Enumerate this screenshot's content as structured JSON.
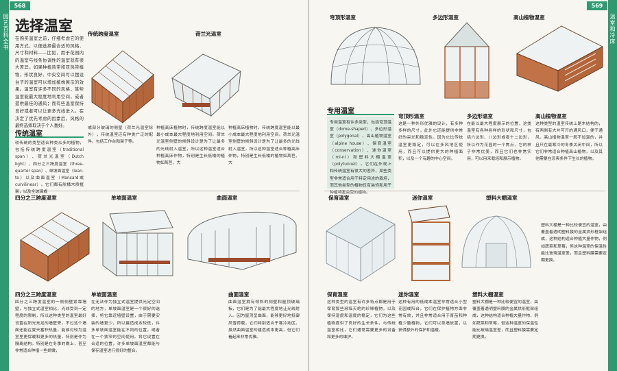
{
  "pages": {
    "left": {
      "number": "568",
      "side_text": "园艺百科全书"
    },
    "right": {
      "number": "569",
      "side_text": "温室和冷床"
    }
  },
  "title": "选择温室",
  "intro": "在购买温室之前，仔细考虑它的使用方式，以便选择最合适的风格、尺寸和材料——比如，用于花园内的温室与线条协调性的温室就有很大差异。如果种植热带和亚热带植物，形状良好、中央空间可以摆设台子的温室可以增加植株展示的效果。温室有许多不同的风格，某些温室能最大程度地利用空间，或者提供最佳的通风；而有些温室保持良好或者可以让更多光线进入。在决定了优先考虑的因素后，风格的最终选择取决于个人喜好。",
  "sections": {
    "traditional": {
      "heading": "传统温室",
      "text": "较传统的类型适合种类众多的植物，包括传统跨度温室（traditional span）、荷兰光温室（Dutch light）、四分之三跨度温室（three-quarter span）、单坡面温室（lean-to）以及曲面温室（Mansard或curvilinear）。它们都有航桶木质框架，以及全玻璃或"
    },
    "special": {
      "heading": "专用温室",
      "text": "专用温室有许多类型，包括穹顶温室（dome-shaped）、多边形温室（polygonal）、高山植物温室（alpine house）、保育温室（conservation）、迷你温室（mi-ni）和塑料大棚温室（polytunnel）。它们在外观上和传统温室有很大的差异，某些类型非常适合用于特定用途的栽培，而其他类型的植物仅有装饰和用于种植特定类型的植物。"
    }
  },
  "figures": [
    {
      "id": "traditional-span",
      "title": "传统跨度温室",
      "text": "或部分玻璃的侧壁（荷兰光温室除外），传统温室还有种类广泛的配件，包括工作台和架子等。"
    },
    {
      "id": "dutch-light",
      "title": "荷兰光温室",
      "text": "种植高床植物时，传统跨度温室能以最小成本最大程度地利用空间。荷兰光温室侧壁的倾斜设计是为了让最多的光线射入温室，所以这种温室适合种植高床作物，特别是生长低矮的植物如莴苣、大"
    },
    {
      "id": "three-quarter-span",
      "title": "四分之三跨度温室",
      "text": "四分之三跨度温室的一侧侧壁紧靠墙壁，与独立式温室相比，光线受到一定程度的限制，所以这种类型的温室最好设置在阳光充足的墙壁旁，不过这个墙面还能在夏天蓄积热量，能够对较为温室里更保暖和更多的热量，特别是作为隔离结构。特别是在冬季的晚上，甚至非常适合种植一些娇嫩，"
    },
    {
      "id": "lean-to",
      "title": "单坡面温室",
      "text": "在无法作为独立式温室提供光足空间的地方，单坡面温室是一个很好的选择，将它靠近墙壁设置，由于需要安装的墙更少，所以建造成本较低，许多单坡面温室能在不同的位置，或者在一个狭窄的空间使用。将它设置在合适的位置，许多单坡面温室都能与保存温室进行很好的整合。"
    },
    {
      "id": "curved",
      "title": "曲面温室",
      "text": "曲面温室拥有倾斜的侧壁和屋顶玻璃板，它们是为了能最大程度地让光线射入。因为屋顶呈曲面，能够更好地抵御风雪荷载，它们特别适合于寒冷地区。虽然曲面温室的建造成本更高，但它们看起来非常优雅。"
    },
    {
      "id": "dome",
      "title": "穹顶形温室",
      "text": "这是一种外形优雅的设计，有多种多样的尺寸，此外它还能提供非常好的采光和稳定性。因为它比传统温室更稳定，可以在多风地区使用，而且可以提供更大的种植面积，以及一个有趣的中心空间。"
    },
    {
      "id": "polygonal",
      "title": "多边形温室",
      "text": "在能以最大程度展示的位置，这类温室有各种各样的形状和尺寸，包括六边形、八边形或者十二边形，所以作为花园的一个焦点，它的样子非常优美，而且它们也非常实用，可以用来栽培和展示植物。"
    },
    {
      "id": "alpine",
      "title": "高山植物温室",
      "text": "这种类型的温室传统上是木结构的，有两侧有大片可开的通风口，便于通风。高山植物温室一般不加温的，并且只在最寒冷的冬季关闭中间，所以它们非常适合种植高山植物，以及其他需要在凉爽条件下生长的植物。"
    },
    {
      "id": "conservation",
      "title": "保育温室",
      "text": "这种类型的温室有许多特点都是用于保育那些濒临灭绝的珍稀植物，以及保持湿度和温度的稳定，它们为这些植物提供了良好的生长条件，与传统温室相比，它们通常需要更多的设备和更多的维护。"
    },
    {
      "id": "mini",
      "title": "迷你温室",
      "text": "这种有用的低成本温室非常适合小型花园或阳台，它们在保护植物方面非常有效，并且非常适合用于育苗和种植少量植物，它们可以靠墙放置，以获得额外的保护和温暖。"
    },
    {
      "id": "polytunnel",
      "title": "塑料大棚温室",
      "text": "塑料大棚是一种比较便宜的温室，由覆盖着透明塑料膜的金属拱形框架组成，这种结构适合种植大量作物，例如蔬菜和草莓，但这种温室的保温性能比玻璃温室差，而且塑料膜需要定期更换。"
    }
  ],
  "colors": {
    "accent": "#2f9a72",
    "wood": "#b5653a",
    "glass": "#e9eef0"
  }
}
